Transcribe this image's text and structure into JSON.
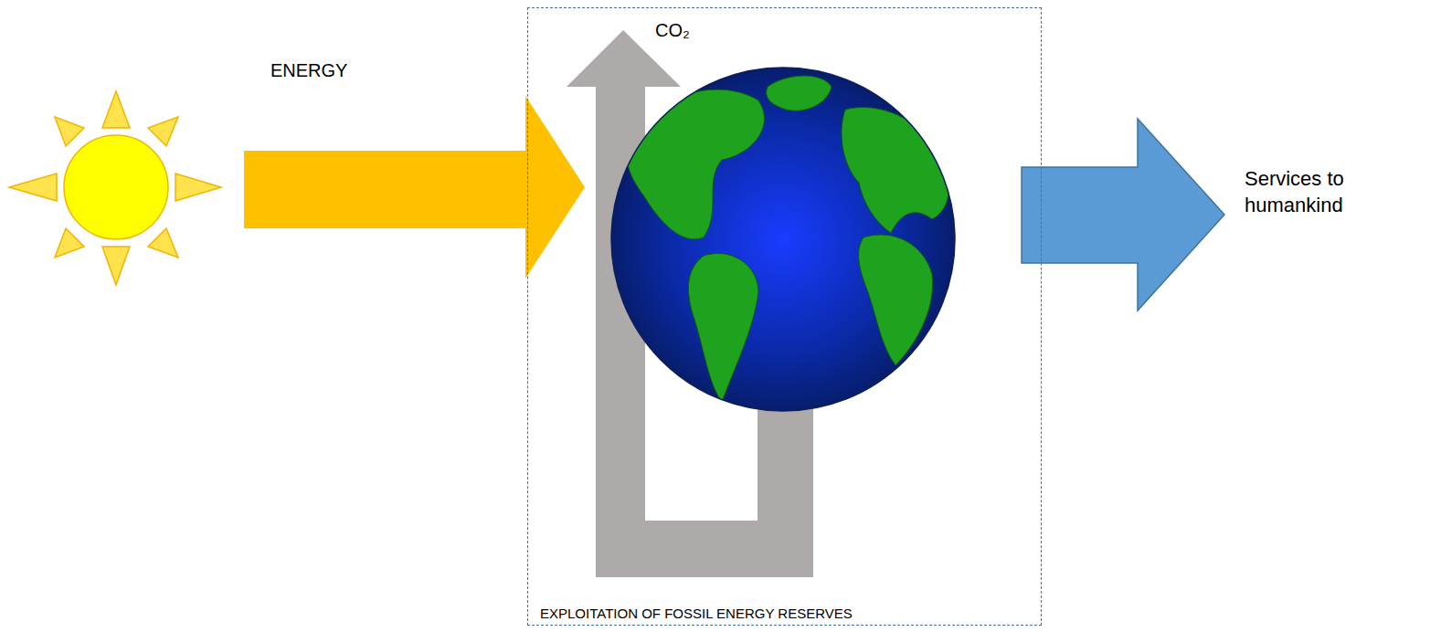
{
  "diagram": {
    "nodes": [
      {
        "text": [
          "EXPLOITATION OF FOSSIL ENERGY RESERVES"
        ]
      }
    ],
    "labels": [
      "ENERGY",
      "CO₂",
      "Services to humankind"
    ]
  }
}
